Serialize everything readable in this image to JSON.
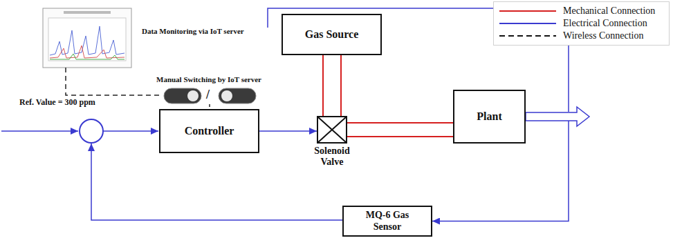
{
  "diagram": {
    "nodes": [
      {
        "text": [
          "Gas Source"
        ]
      },
      {
        "text": [
          "Controller"
        ]
      },
      {
        "text": [
          "Solenoid Valve"
        ]
      },
      {
        "text": [
          "Plant"
        ]
      },
      {
        "text": [
          "MQ-6 Gas Sensor"
        ]
      }
    ],
    "edges": [
      {
        "from": 0,
        "to": 2,
        "arrow": "none"
      },
      {
        "from": 1,
        "to": 2,
        "arrow": "to"
      },
      {
        "from": 2,
        "to": 3,
        "arrow": "none"
      },
      {
        "from": 3,
        "to": 4,
        "arrow": "to"
      }
    ],
    "labels": [
      "Data Monitoring via IoT server",
      "Manual Switching by IoT server",
      "Ref. Value = 300 ppm",
      "/"
    ],
    "legend": [
      {
        "text": "Mechanical Connection"
      },
      {
        "text": "Electrical Connection"
      },
      {
        "text": "Wireless Connection"
      }
    ]
  }
}
